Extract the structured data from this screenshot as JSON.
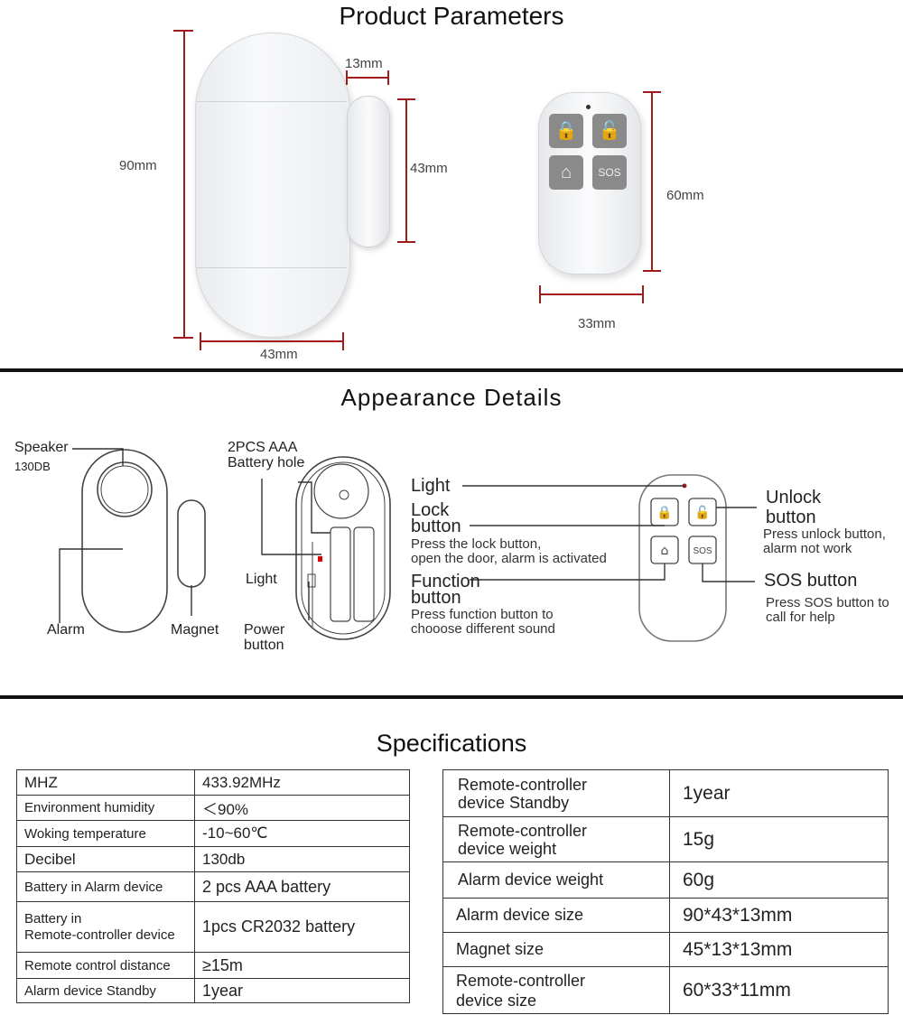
{
  "sections": {
    "product_parameters": "Product Parameters",
    "appearance_details": "Appearance Details",
    "specifications": "Specifications"
  },
  "dimensions": {
    "alarm_height": "90mm",
    "alarm_width": "43mm",
    "magnet_thickness": "13mm",
    "magnet_height": "43mm",
    "remote_height": "60mm",
    "remote_width": "33mm"
  },
  "remote_key": {
    "sos": "SOS"
  },
  "appearance": {
    "speaker": "Speaker",
    "speaker_db": "130DB",
    "alarm": "Alarm",
    "magnet": "Magnet",
    "battery_hole_1": "2PCS AAA",
    "battery_hole_2": "Battery hole",
    "light": "Light",
    "power_1": "Power",
    "power_2": "button"
  },
  "remote_labels": {
    "light": "Light",
    "lock_1": "Lock",
    "lock_2": "button",
    "lock_desc_1": "Press the lock button,",
    "lock_desc_2": "open the door, alarm is activated",
    "function_1": "Function",
    "function_2": "button",
    "function_desc_1": "Press function button to",
    "function_desc_2": "chooose different sound",
    "unlock_1": "Unlock",
    "unlock_2": "button",
    "unlock_desc_1": "Press unlock button,",
    "unlock_desc_2": "alarm not work",
    "sos_title": "SOS button",
    "sos_desc_1": "Press SOS button to",
    "sos_desc_2": "call for help"
  },
  "spec_left": [
    {
      "k": "MHZ",
      "v": "433.92MHz"
    },
    {
      "k": "Environment humidity",
      "v": "＜90%"
    },
    {
      "k": "Woking temperature",
      "v": "-10~60℃"
    },
    {
      "k": "Decibel",
      "v": "130db"
    },
    {
      "k": "Battery in Alarm device",
      "v": "2 pcs AAA battery"
    },
    {
      "k": "Battery in",
      "k2": "Remote-controller device",
      "v": "1pcs CR2032 battery"
    },
    {
      "k": "Remote control distance",
      "v": "≥15m"
    },
    {
      "k": "Alarm device Standby",
      "v": "1year"
    }
  ],
  "spec_right": [
    {
      "k": "Remote-controller",
      "k2": "device Standby",
      "v": "1year"
    },
    {
      "k": "Remote-controller",
      "k2": "device weight",
      "v": "15g"
    },
    {
      "k": "Alarm device weight",
      "v": "60g"
    },
    {
      "k": "Alarm device size",
      "v": "90*43*13mm"
    },
    {
      "k": "Magnet size",
      "v": "45*13*13mm"
    },
    {
      "k": "Remote-controller",
      "k2": "device size",
      "v": "60*33*11mm"
    }
  ],
  "colors": {
    "dimension_line": "#a21b1b",
    "divider": "#111111",
    "key_gray": "#8a8a8a"
  }
}
